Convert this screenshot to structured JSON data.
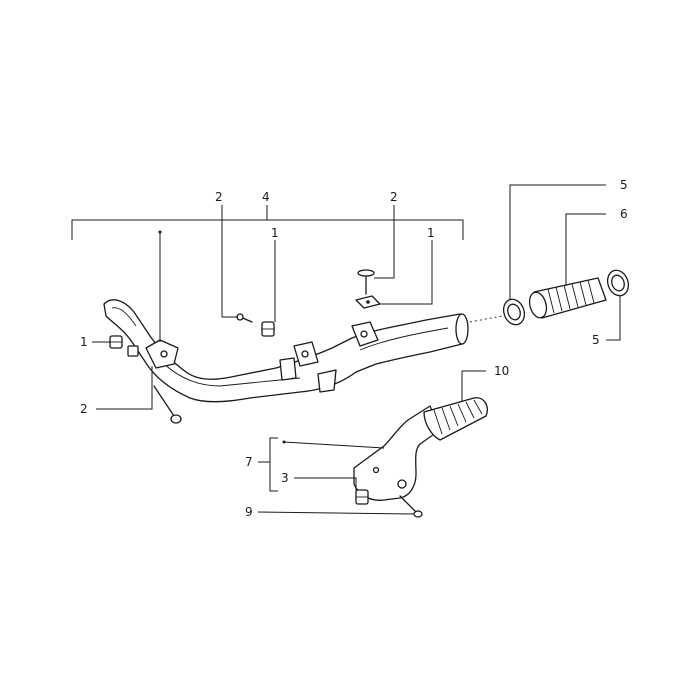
{
  "callouts": {
    "c1_left": "1",
    "c2_left": "2",
    "c2_top_left": "2",
    "c4_top": "4",
    "c1_top_mid": "1",
    "c2_top_right": "2",
    "c1_top_right": "1",
    "c5_top": "5",
    "c6": "6",
    "c5_right": "5",
    "c10": "10",
    "c7": "7",
    "c3": "3",
    "c9": "9"
  },
  "colors": {
    "ink": "#1a1a1a",
    "background": "#ffffff"
  }
}
